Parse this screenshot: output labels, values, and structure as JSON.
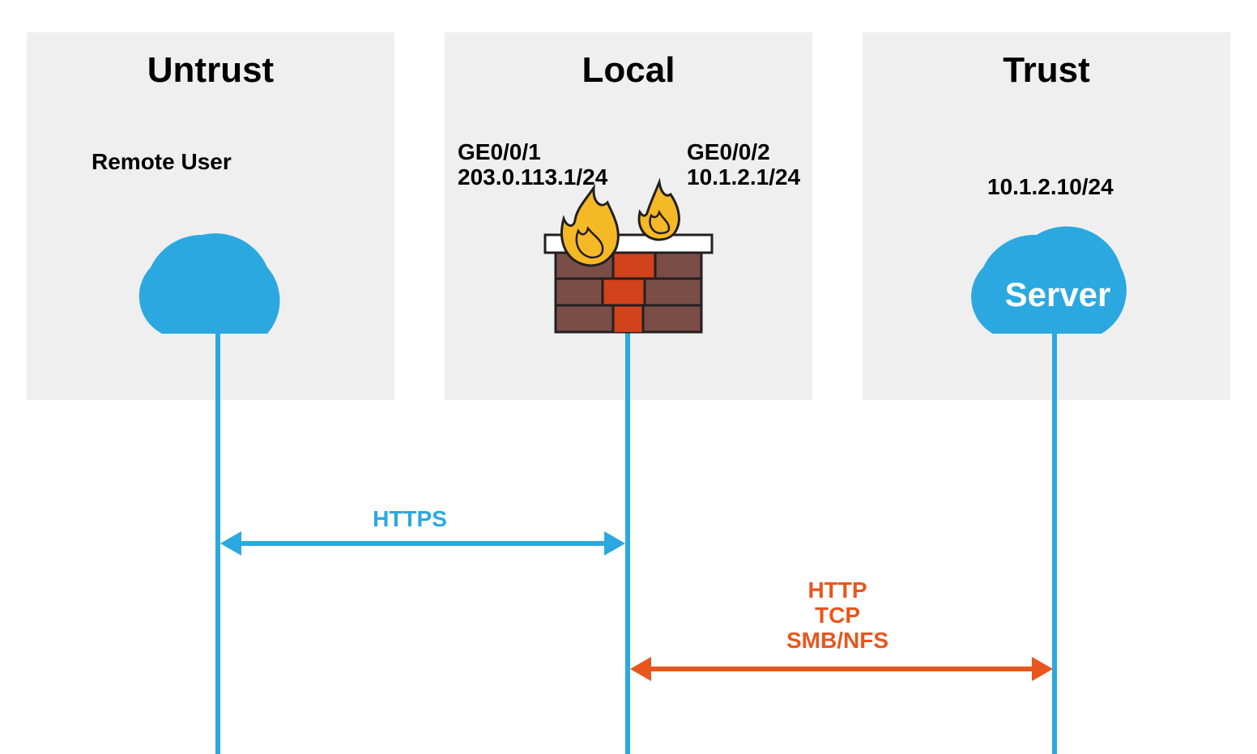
{
  "zones": {
    "untrust": "Untrust",
    "local": "Local",
    "trust": "Trust"
  },
  "remote_user": {
    "label": "Remote User"
  },
  "firewall": {
    "interface_1": {
      "name": "GE0/0/1",
      "ip": "203.0.113.1/24"
    },
    "interface_2": {
      "name": "GE0/0/2",
      "ip": "10.1.2.1/24"
    }
  },
  "server": {
    "ip": "10.1.2.10/24",
    "label": "Server"
  },
  "connections": {
    "remote_to_firewall": {
      "protocols": [
        "HTTPS"
      ],
      "color": "#2ba8e0"
    },
    "firewall_to_server": {
      "protocols": [
        "HTTP",
        "TCP",
        "SMB/NFS"
      ],
      "color": "#e8561d"
    }
  },
  "colors": {
    "cloud": "#2ba8e0",
    "zone_bg": "#efefef",
    "brick": "#7a4e47",
    "brick_accent": "#d2421b",
    "flame": "#f6b926"
  }
}
